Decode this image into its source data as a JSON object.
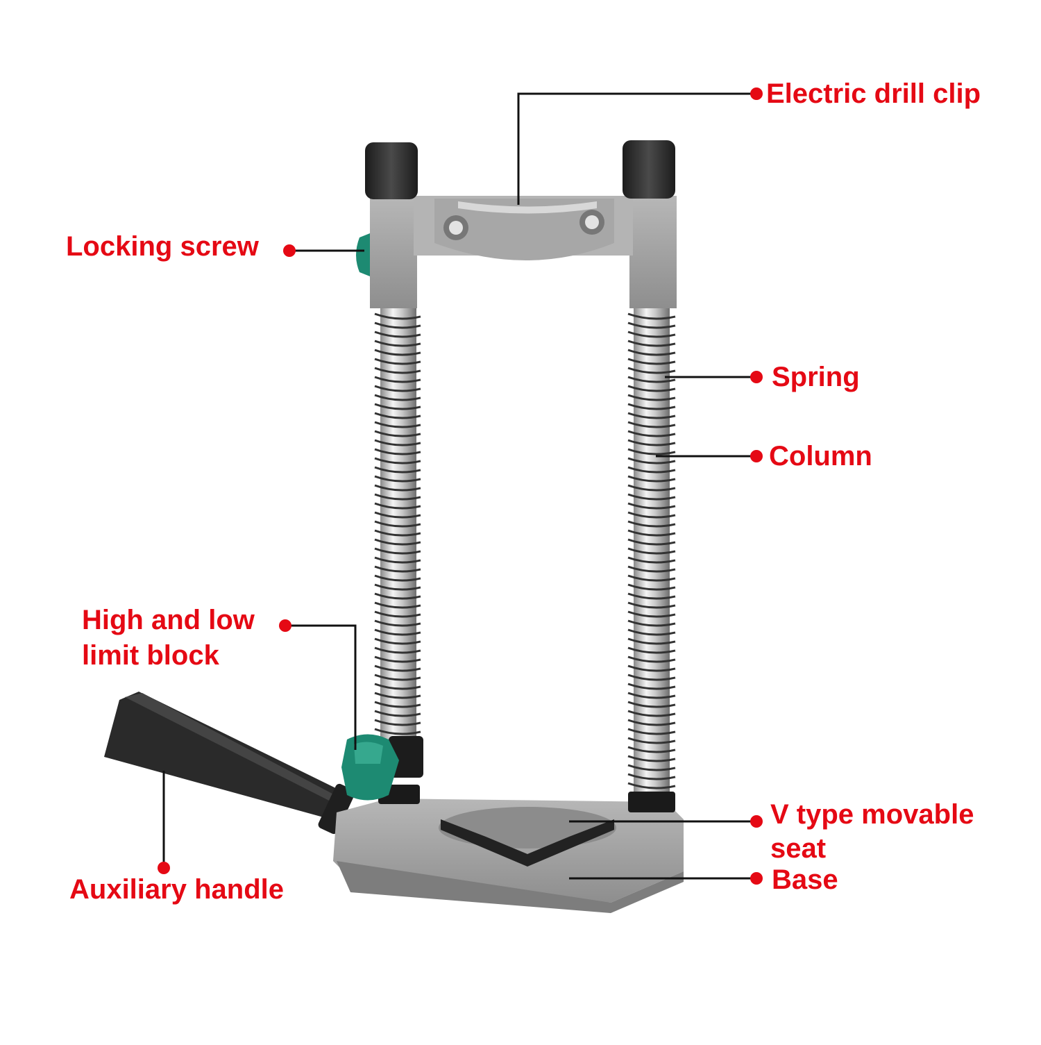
{
  "colors": {
    "label": "#e50914",
    "leader": "#111111",
    "dot": "#e50914",
    "frame_grey": "#9c9c9c",
    "knob_black": "#2b2b2b",
    "accent_green": "#1d8a72",
    "steel": "#cfcfcf"
  },
  "labels": {
    "drill_clip": "Electric drill clip",
    "locking_screw": "Locking screw",
    "spring": "Spring",
    "column": "Column",
    "limit_block_line1": "High and low",
    "limit_block_line2": "limit block",
    "v_seat_line1": "V type movable",
    "v_seat_line2": "seat",
    "base": "Base",
    "aux_handle": "Auxiliary handle"
  },
  "icons": {
    "product": "drill-stand-icon",
    "callout_marker": "red-dot-icon"
  }
}
